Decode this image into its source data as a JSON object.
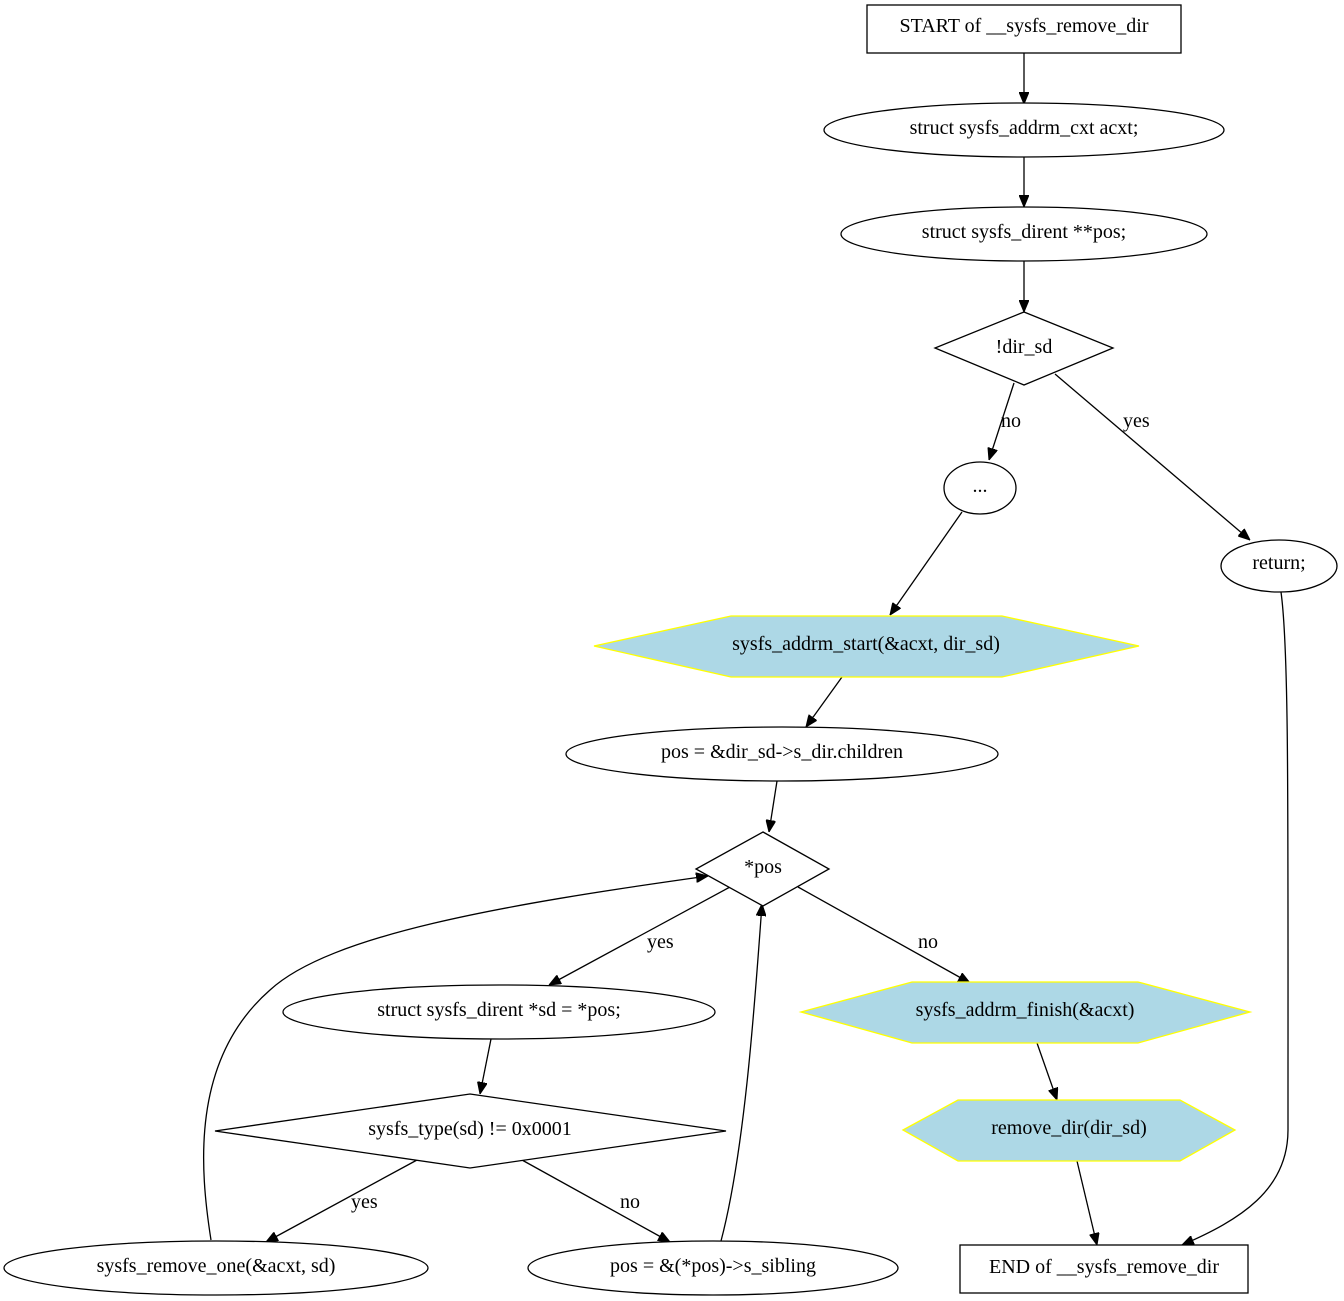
{
  "diagram": {
    "nodes": {
      "start": "START of __sysfs_remove_dir",
      "decl_acxt": "struct sysfs_addrm_cxt acxt;",
      "decl_pos": "struct sysfs_dirent **pos;",
      "cond_dir_sd": "!dir_sd",
      "ellipsis": "...",
      "return_stmt": "return;",
      "addrm_start": "sysfs_addrm_start(&acxt, dir_sd)",
      "pos_assign": "pos = &dir_sd->s_dir.children",
      "cond_pos": "*pos",
      "decl_sd": "struct sysfs_dirent *sd = *pos;",
      "addrm_finish": "sysfs_addrm_finish(&acxt)",
      "cond_type": "sysfs_type(sd) != 0x0001",
      "remove_dir": "remove_dir(dir_sd)",
      "remove_one": "sysfs_remove_one(&acxt, sd)",
      "pos_sibling": "pos = &(*pos)->s_sibling",
      "end": "END of __sysfs_remove_dir"
    },
    "edge_labels": {
      "dir_sd_no": "no",
      "dir_sd_yes": "yes",
      "pos_yes": "yes",
      "pos_no": "no",
      "type_yes": "yes",
      "type_no": "no"
    },
    "colors": {
      "call_fill": "#add8e6",
      "call_stroke": "#ffff00",
      "stroke": "#000000"
    }
  }
}
